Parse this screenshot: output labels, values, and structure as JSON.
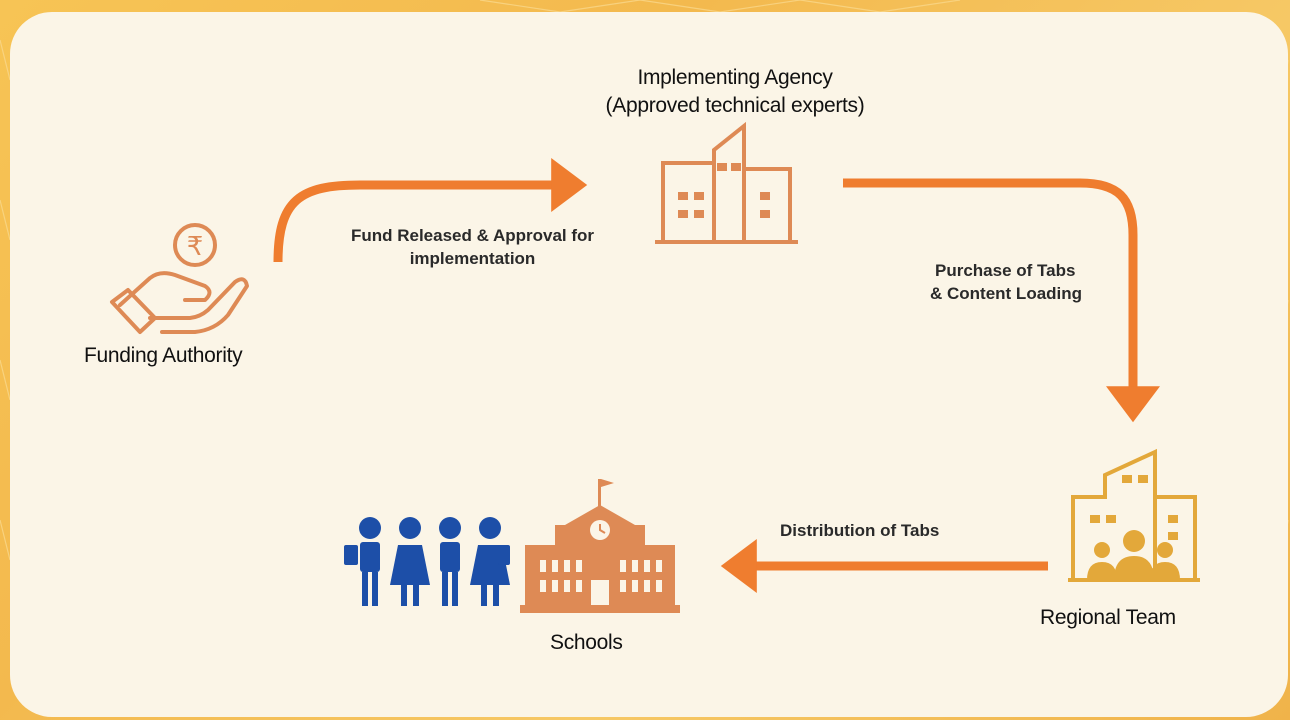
{
  "nodes": {
    "funding_authority": "Funding Authority",
    "implementing_agency": "Implementing Agency",
    "implementing_agency_sub": "(Approved technical experts)",
    "regional_team": "Regional Team",
    "schools": "Schools"
  },
  "edges": {
    "fund_line1": "Fund  Released & Approval for",
    "fund_line2": "implementation",
    "purchase_line1": "Purchase of Tabs",
    "purchase_line2": "& Content Loading",
    "distribution": "Distribution of Tabs"
  },
  "icons": {
    "funding": "hand-rupee-icon",
    "agency": "office-building-icon",
    "regional": "team-building-icon",
    "students": "students-icon",
    "school": "school-building-icon",
    "currency_symbol": "₹"
  },
  "colors": {
    "arrow": "#ef7d2f",
    "icon_orange": "#de8a55",
    "icon_gold": "#e3a83a",
    "students_blue": "#1d4fa8",
    "card_bg": "#fbf5e7"
  }
}
